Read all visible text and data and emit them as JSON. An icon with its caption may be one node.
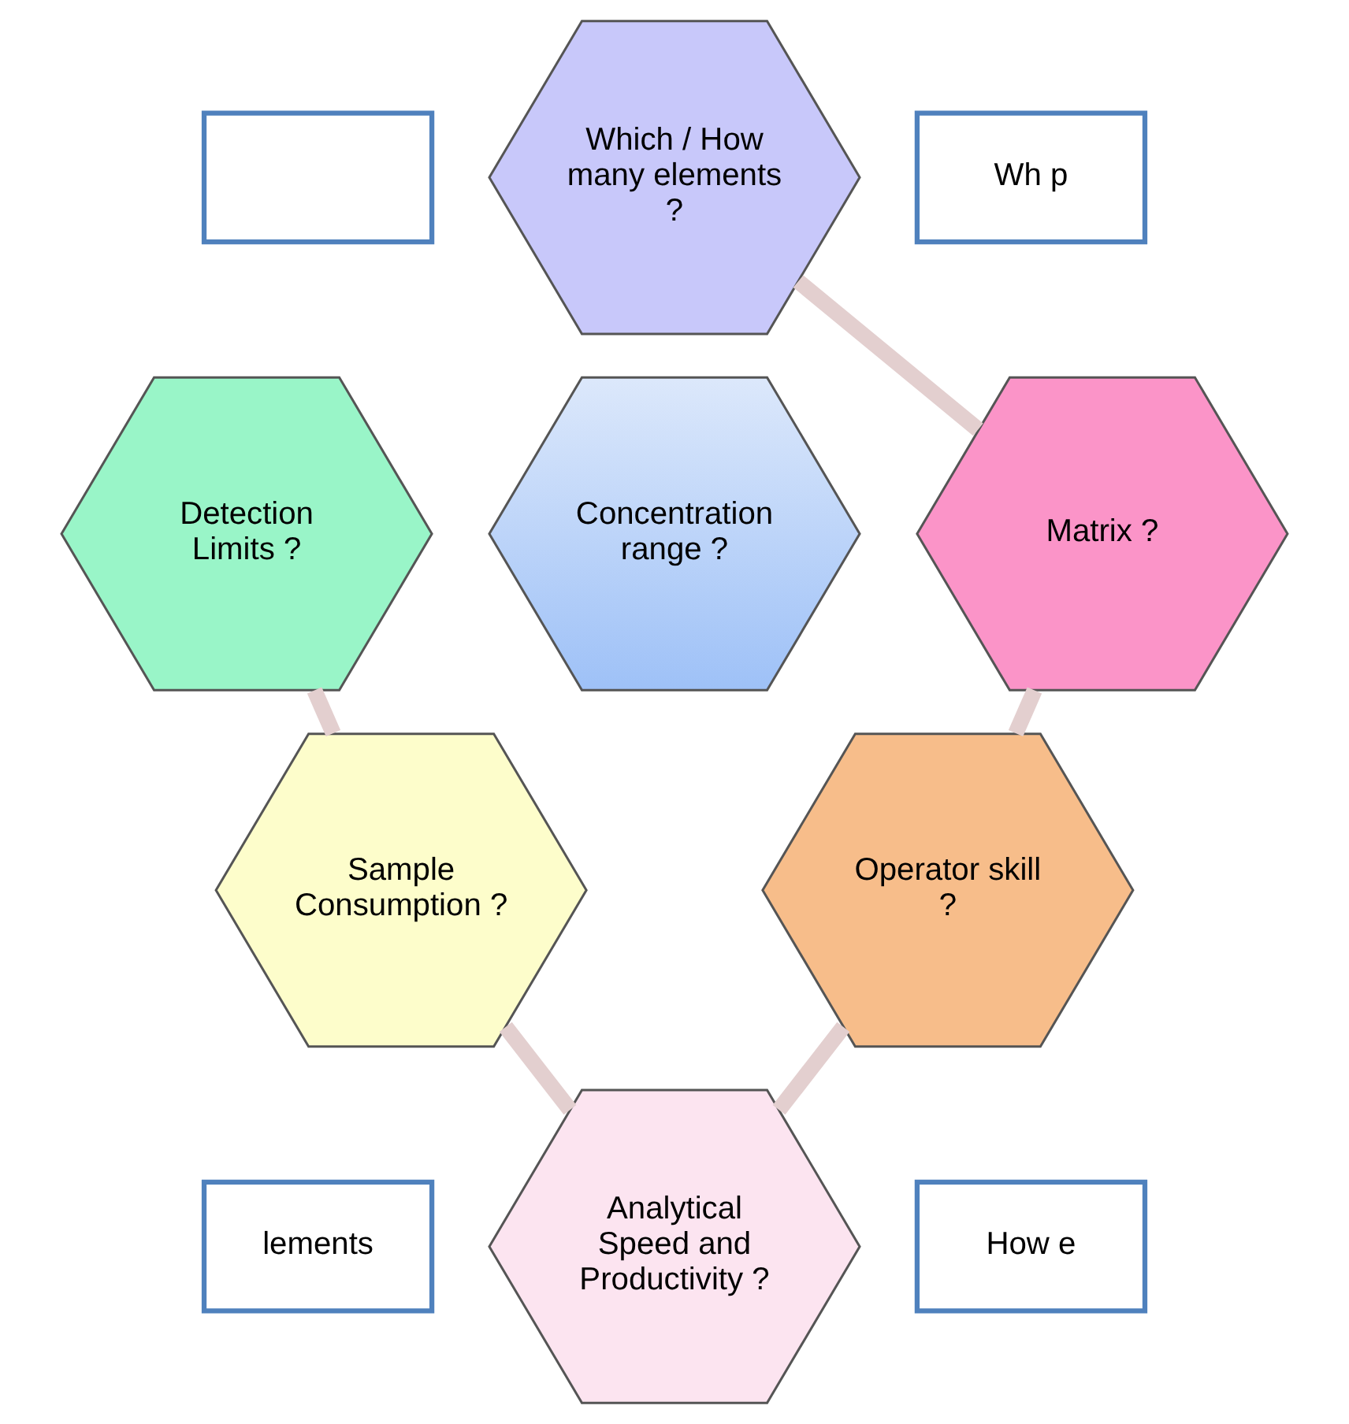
{
  "diagram": {
    "nodes": [
      {
        "text": [],
        "shape": "box"
      },
      {
        "text": [
          "Which / How many elements ?"
        ]
      },
      {
        "text": [
          "Wh p"
        ]
      },
      {
        "text": [
          "Detection Limits ?"
        ]
      },
      {
        "text": [
          "Matrix ?"
        ]
      },
      {
        "text": [
          "Concentration range ?"
        ]
      },
      {
        "text": [
          "Sample Consumption ?"
        ]
      },
      {
        "text": [
          "Operator skill ?"
        ]
      },
      {
        "text": [
          "Analytical Speed and Productivity ?"
        ]
      },
      {
        "text": [
          "lements"
        ]
      },
      {
        "text": [
          "How e"
        ]
      }
    ],
    "edges": [
      {
        "from": 1,
        "to": 4,
        "arrow": "none"
      },
      {
        "from": 4,
        "to": 7,
        "arrow": "none"
      },
      {
        "from": 7,
        "to": 8,
        "arrow": "none"
      },
      {
        "from": 8,
        "to": 6,
        "arrow": "none"
      },
      {
        "from": 6,
        "to": 3,
        "arrow": "none"
      }
    ]
  }
}
